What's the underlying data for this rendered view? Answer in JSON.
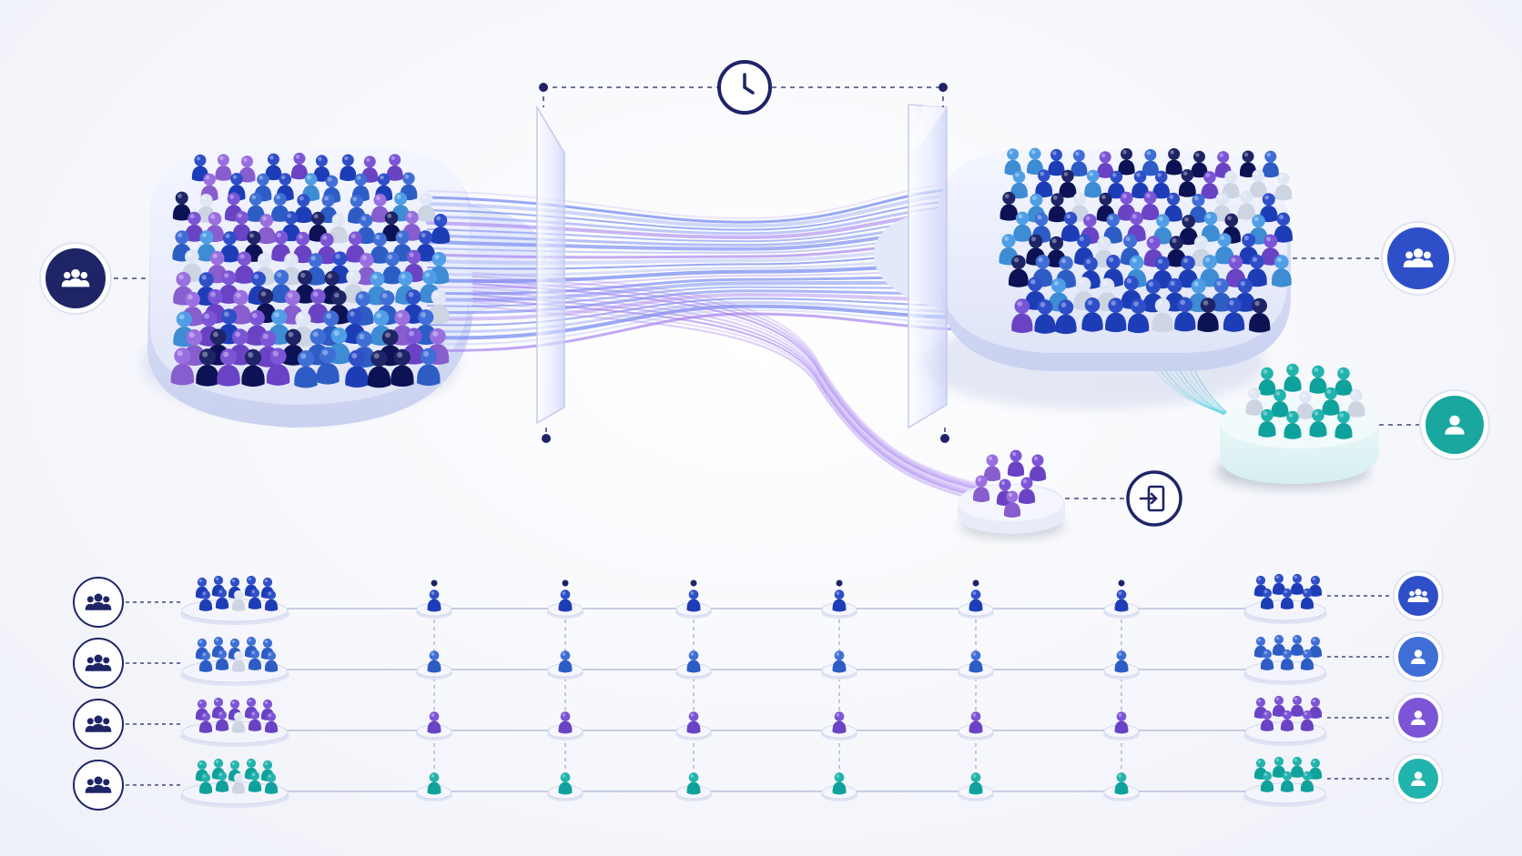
{
  "colors": {
    "navy": "#1e2466",
    "royal": "#2f4fc9",
    "blue": "#3f6fd6",
    "sky": "#4f9ee6",
    "purple": "#7b55d6",
    "violet": "#9a6fe0",
    "teal": "#21b3ad",
    "pale": "#dfe6f4",
    "flow_blue": "#6a80f0",
    "flow_purple": "#a37ff0",
    "flow_teal": "#5fd1e0"
  },
  "icons": {
    "source_cohort": "users-icon",
    "destination_cohort": "users-icon",
    "retained_segment": "user-icon",
    "churned_exit": "exit-door-icon",
    "time_window": "clock-icon"
  },
  "timeline": {
    "checkpoint_count": 6,
    "rows": [
      {
        "color_key": "royal",
        "left_icon": "users-icon",
        "right_icon": "users-icon"
      },
      {
        "color_key": "blue",
        "left_icon": "users-icon",
        "right_icon": "user-icon"
      },
      {
        "color_key": "purple",
        "left_icon": "users-icon",
        "right_icon": "user-icon"
      },
      {
        "color_key": "teal",
        "left_icon": "users-icon",
        "right_icon": "user-icon"
      }
    ]
  }
}
